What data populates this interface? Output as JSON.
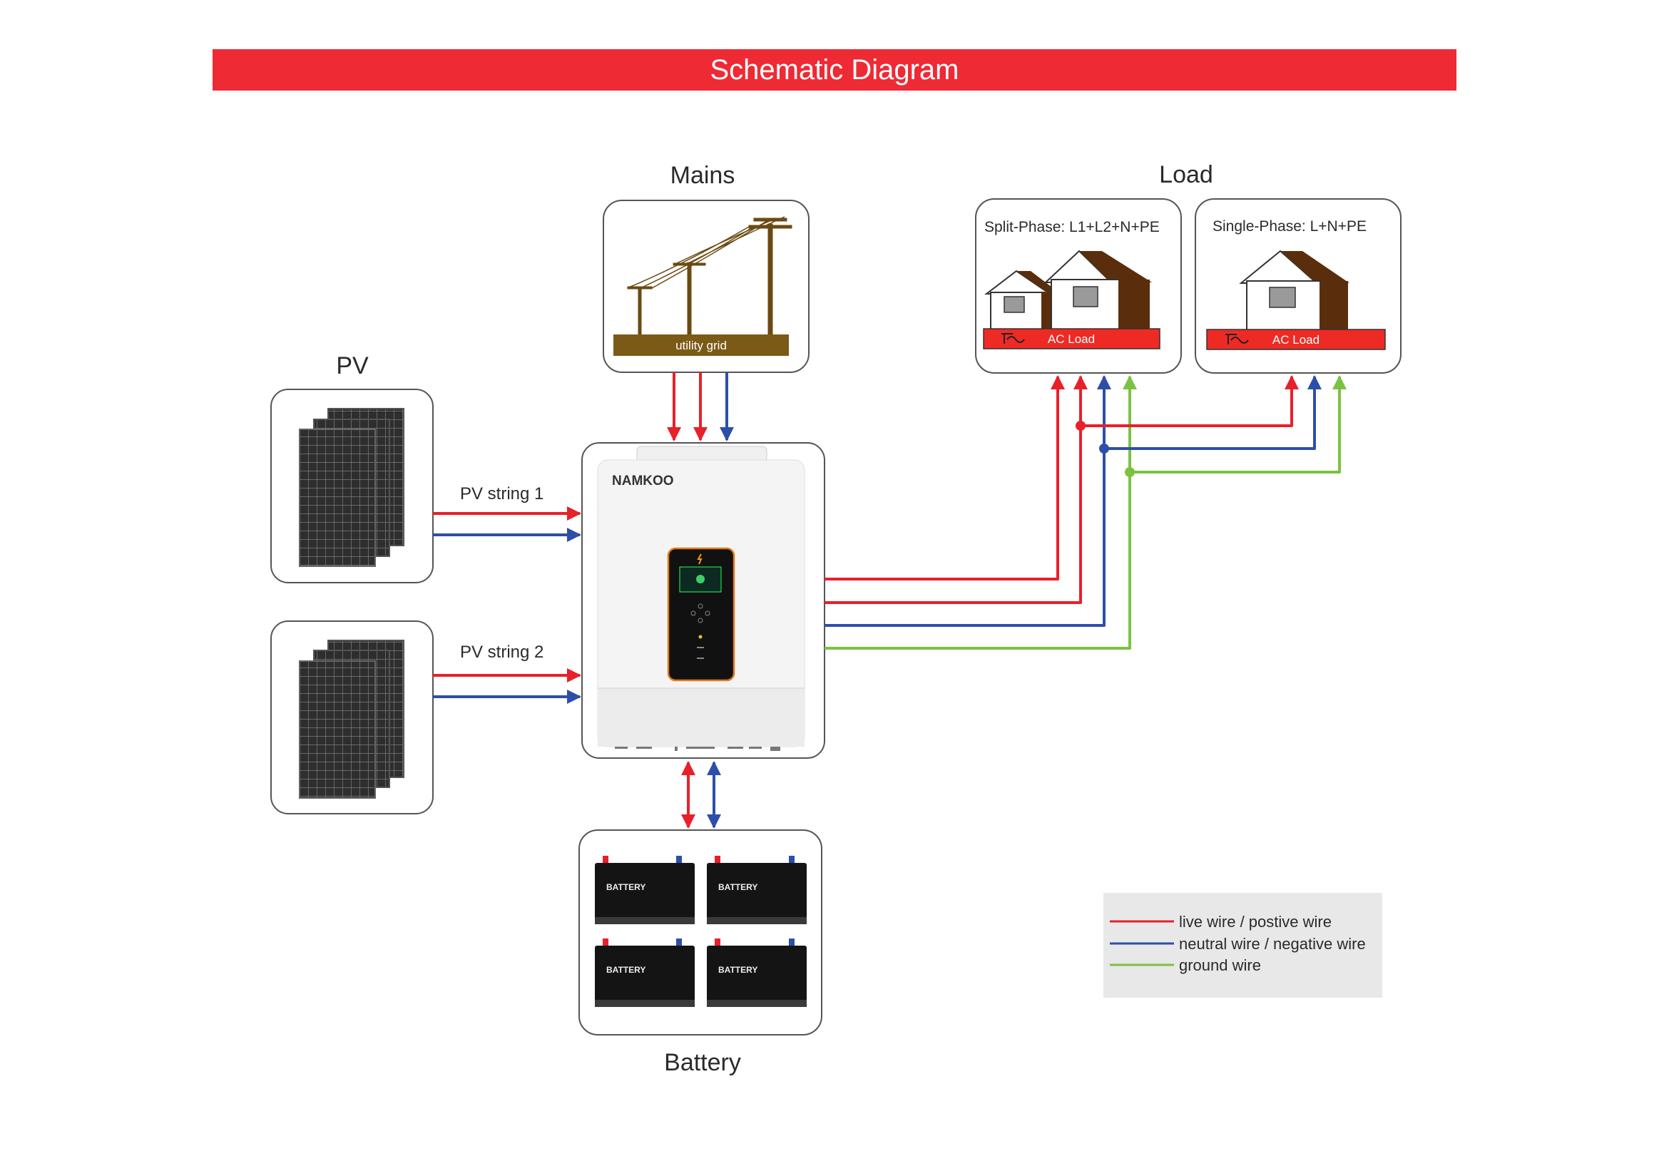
{
  "banner": {
    "title": "Schematic Diagram"
  },
  "sections": {
    "mains": "Mains",
    "load": "Load",
    "pv": "PV",
    "battery": "Battery"
  },
  "grid": {
    "label": "utility grid"
  },
  "loads": {
    "split_phase": {
      "title": "Split-Phase:  L1+L2+N+PE",
      "bar": "AC Load"
    },
    "single_phase": {
      "title": "Single-Phase:  L+N+PE",
      "bar": "AC Load"
    }
  },
  "pv_strings": [
    "PV string 1",
    "PV string 2"
  ],
  "inverter": {
    "brand": "NAMKOO"
  },
  "battery": {
    "label": "BATTERY"
  },
  "legend": {
    "items": [
      {
        "label": "live wire / postive wire",
        "color": "#e8202a"
      },
      {
        "label": "neutral wire / negative wire",
        "color": "#2d4faa"
      },
      {
        "label": "ground wire",
        "color": "#7cc242"
      }
    ]
  },
  "colors": {
    "live": "#e8202a",
    "neutral": "#2d4faa",
    "ground": "#7cc242",
    "banner": "#ee2a35",
    "house_roof": "#5a2e0c"
  }
}
